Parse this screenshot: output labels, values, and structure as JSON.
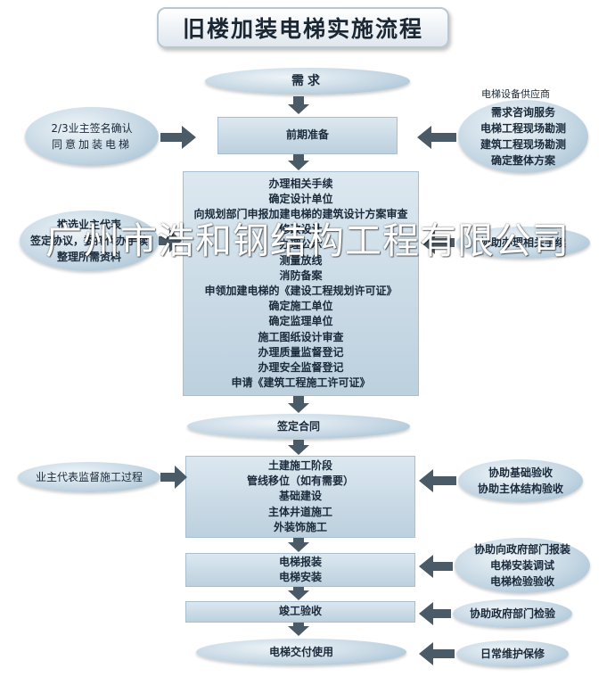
{
  "title": "旧楼加装电梯实施流程",
  "watermark": "广州市浩和钢结构工程有限公司",
  "steps": {
    "demand": "需求",
    "preparation": "前期准备",
    "procedures": [
      "办理相关手续",
      "确定设计单位",
      "向规划部门申报加建电梯的建筑设计方案审查",
      "修改设计",
      "办理公示",
      "测量放线",
      "消防备案",
      "申领加建电梯的《建设工程规划许可证》",
      "确定施工单位",
      "确定监理单位",
      "施工图纸设计审查",
      "办理质量监督登记",
      "办理安全监督登记",
      "申请《建筑工程施工许可证》"
    ],
    "contract": "签定合同",
    "construction": [
      "土建施工阶段",
      "管线移位（如有需要）",
      "基础建设",
      "主体井道施工",
      "外装饰施工"
    ],
    "installation": [
      "电梯报装",
      "电梯安装"
    ],
    "acceptance": "竣工验收",
    "delivery": "电梯交付使用"
  },
  "left": {
    "owners_consent": [
      "2/3业主签名确认",
      "同意加装电梯"
    ],
    "owners_rep": [
      "推选业主代表",
      "签定协议，委托代办手续",
      "整理所需资料"
    ],
    "supervise": "业主代表监督施工过程"
  },
  "right": {
    "supplier_label": "电梯设备供应商",
    "supplier_services": [
      "需求咨询服务",
      "电梯工程现场勘测",
      "建筑工程现场勘测",
      "确定整体方案"
    ],
    "assist_procedures": "协助办理相关手续",
    "assist_inspection": [
      "协助基础验收",
      "协助主体结构验收"
    ],
    "assist_install": [
      "协助向政府部门报装",
      "电梯安装调试",
      "电梯检验验收"
    ],
    "assist_gov": "协助政府部门检验",
    "maintenance": "日常维护保修"
  }
}
